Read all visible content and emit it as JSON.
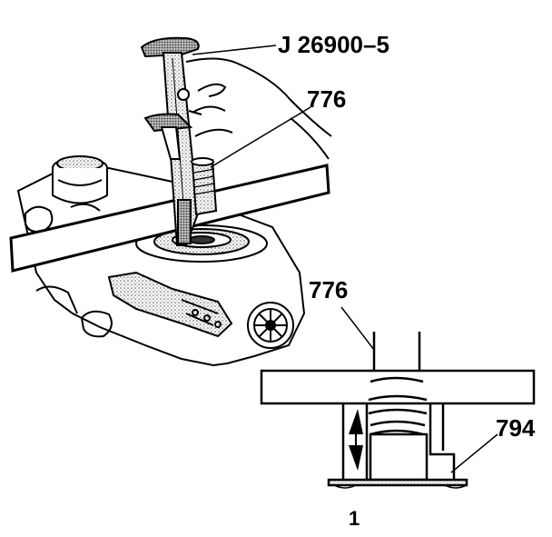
{
  "labels": {
    "tool": "J 26900–5",
    "part_upper": "776",
    "part_lower": "776",
    "part_seal": "794",
    "detail_number": "1"
  },
  "colors": {
    "ink": "#000000",
    "paper": "#ffffff",
    "stipple": "#7a7a7a"
  }
}
